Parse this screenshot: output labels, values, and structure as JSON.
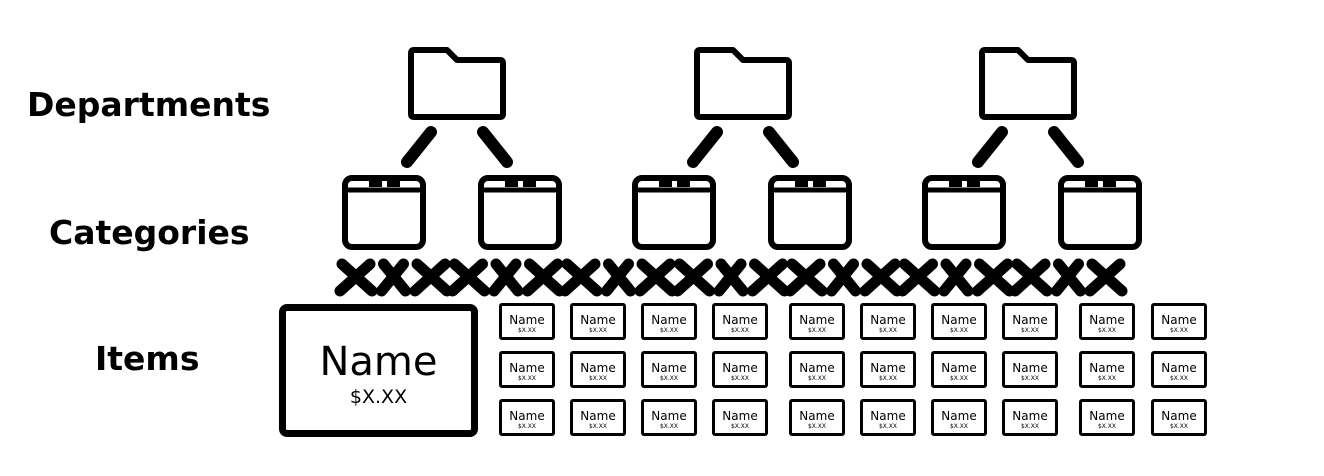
{
  "labels": {
    "departments": "Departments",
    "categories": "Categories",
    "items": "Items"
  },
  "featured_item": {
    "name": "Name",
    "price": "$X.XX"
  },
  "item_grid": {
    "rows": 3,
    "columns": 10,
    "item_name": "Name",
    "item_price": "$X.XX"
  },
  "departments": [
    {
      "categories": 2
    },
    {
      "categories": 2
    },
    {
      "categories": 2
    }
  ],
  "colors": {
    "stroke": "#000000",
    "background": "#ffffff"
  }
}
